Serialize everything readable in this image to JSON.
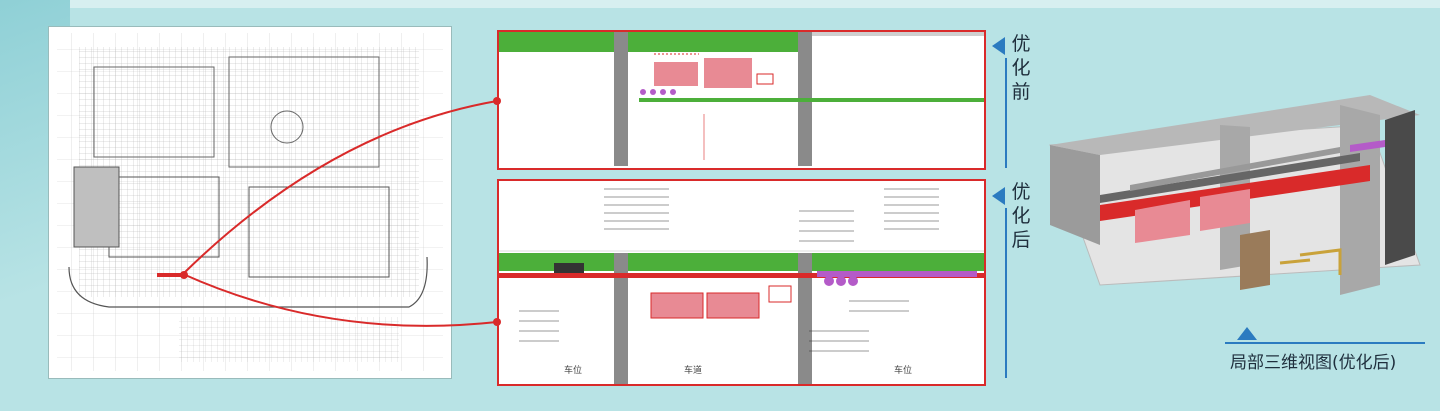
{
  "labels": {
    "before": "优化前",
    "after": "优化后",
    "view3d": "局部三维视图(优化后)"
  },
  "section_after": {
    "bottom_left": "车位",
    "bottom_mid": "车道",
    "bottom_right": "车位"
  },
  "colors": {
    "accent_red": "#d92a2a",
    "accent_blue": "#2b7bc0",
    "background": "#b8e3e5",
    "pipe_green": "#4caf3a",
    "duct_pink": "#e88a94",
    "pipe_purple": "#b45bc8"
  }
}
